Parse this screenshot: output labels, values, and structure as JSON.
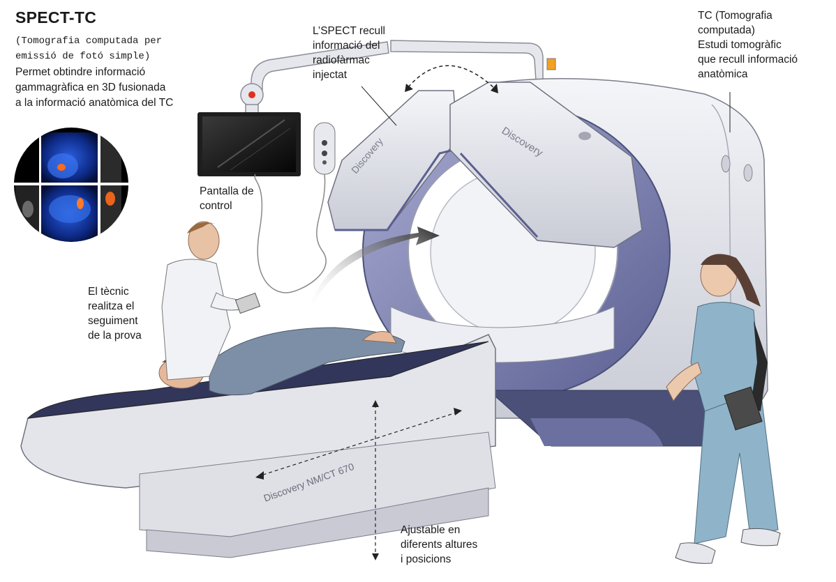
{
  "header": {
    "title": "SPECT-TC",
    "subtitle": "(Tomografia computada per\nemissió de fotó simple)",
    "description": "Permet obtindre informació\ngammagràfica en 3D fusionada\na la informació anatòmica del TC"
  },
  "annotations": {
    "spect": "L’SPECT recull\ninformació del\nradiofàrmac\ninjectat",
    "ct": "TC (Tomografia\ncomputada)\nEstudi tomogràfic\nque recull informació\nanatòmica",
    "screen": "Pantalla de\ncontrol",
    "technician": "El tècnic\nrealitza el\nseguiment\nde la prova",
    "table": "Ajustable en\ndiferents altures\ni posicions"
  },
  "brand": {
    "detector_left": "Discovery",
    "detector_right": "Discovery",
    "table_model": "Discovery NM/CT 670"
  },
  "colors": {
    "gantry_blue": "#8f93bf",
    "gantry_dark": "#4b5078",
    "shell_light": "#e9eaf0",
    "scan_blue": "#1b3fae",
    "hotspot": "#ff6a1a"
  }
}
